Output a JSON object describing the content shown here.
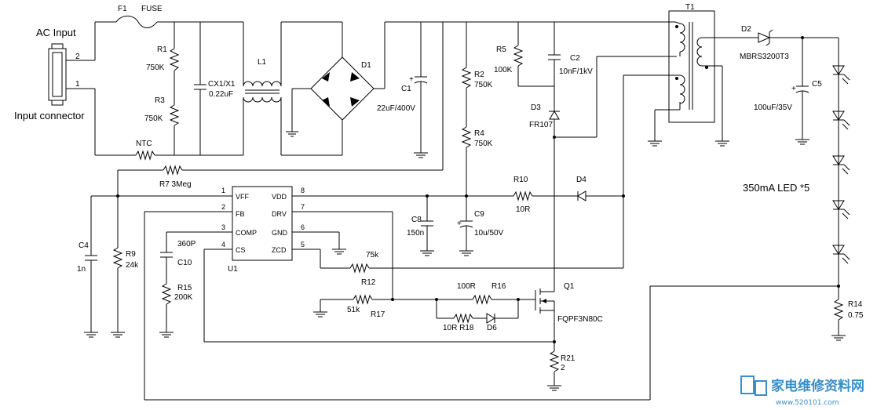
{
  "labels": {
    "ac_input": "AC Input",
    "input_connector": "Input connector",
    "pin2": "2",
    "pin1": "1",
    "f1": "F1",
    "fuse": "FUSE",
    "r1": "R1",
    "r1_val": "750K",
    "r3": "R3",
    "r3_val": "750K",
    "cx1": "CX1/X1",
    "cx1_val": "0.22uF",
    "l1": "L1",
    "d1": "D1",
    "c1": "C1",
    "c1_val": "22uF/400V",
    "ntc": "NTC",
    "r2": "R2",
    "r2_val": "750K",
    "r4": "R4",
    "r4_val": "750K",
    "r5": "R5",
    "r5_val": "100K",
    "c2": "C2",
    "c2_val": "10nF/1kV",
    "d3": "D3",
    "d3_val": "FR107",
    "t1": "T1",
    "d2": "D2",
    "d2_val": "MBRS3200T3",
    "c5": "C5",
    "c5_val": "100uF/35V",
    "led_text": "350mA LED *5",
    "r7": "R7 3Meg",
    "r10": "R10",
    "r10_val": "10R",
    "d4": "D4",
    "c8": "C8",
    "c8_val": "150n",
    "c9": "C9",
    "c9_val": "10u/50V",
    "c4": "C4",
    "c4_val": "1n",
    "r9": "R9",
    "r9_val": "24k",
    "c10_val": "360P",
    "c10": "C10",
    "r15": "R15",
    "r15_val": "200K",
    "u1": "U1",
    "u1_pins": {
      "n1": "1",
      "vff": "VFF",
      "vdd": "VDD",
      "n8": "8",
      "n2": "2",
      "fb": "FB",
      "drv": "DRV",
      "n7": "7",
      "n3": "3",
      "comp": "COMP",
      "gnd": "GND",
      "n6": "6",
      "n4": "4",
      "cs": "CS",
      "zcd": "ZCD",
      "n5": "5"
    },
    "r12_val": "75k",
    "r12": "R12",
    "r16_val": "100R",
    "r16": "R16",
    "r17_val": "51k",
    "r17": "R17",
    "r18": "10R R18",
    "d6": "D6",
    "q1": "Q1",
    "q1_val": "FQPF3N80C",
    "r21": "R21",
    "r21_val": "2",
    "r14": "R14",
    "r14_val": "0.75"
  },
  "watermark": {
    "title": "家电维修资料网",
    "url": "www.520101.com"
  }
}
